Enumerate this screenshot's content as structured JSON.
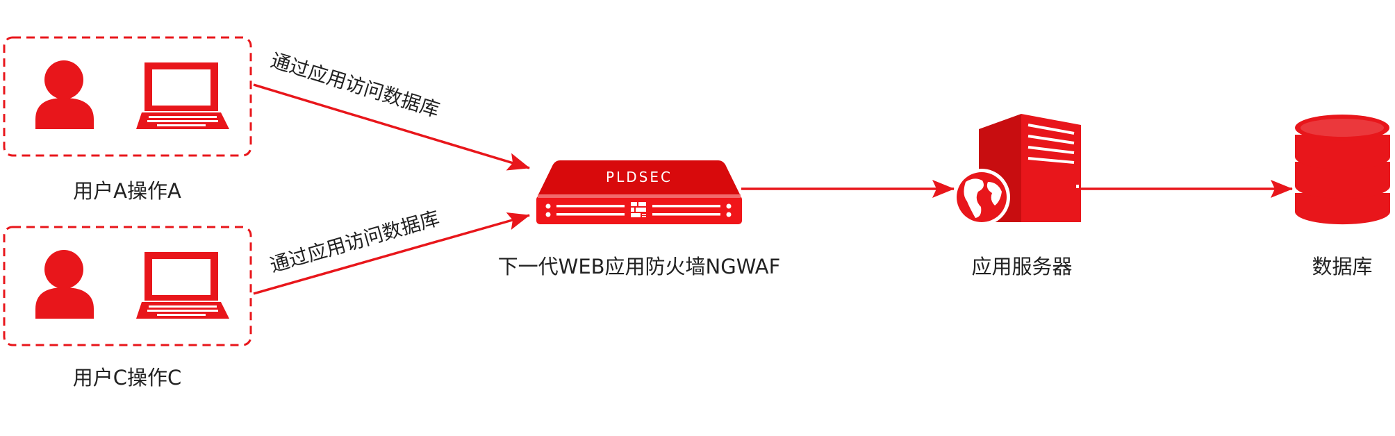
{
  "colors": {
    "accent": "#e8161b",
    "device_top": "#d80a0c",
    "text": "#222222"
  },
  "users": [
    {
      "label": "用户A操作A",
      "icons": [
        "person-icon",
        "laptop-icon"
      ]
    },
    {
      "label": "用户C操作C",
      "icons": [
        "person-icon",
        "laptop-icon"
      ]
    }
  ],
  "edges": {
    "user_a_to_waf": "通过应用访问数据库",
    "user_c_to_waf": "通过应用访问数据库"
  },
  "waf": {
    "brand": "PLDSEC",
    "label": "下一代WEB应用防火墙NGWAF"
  },
  "app_server": {
    "label": "应用服务器"
  },
  "database": {
    "label": "数据库"
  }
}
